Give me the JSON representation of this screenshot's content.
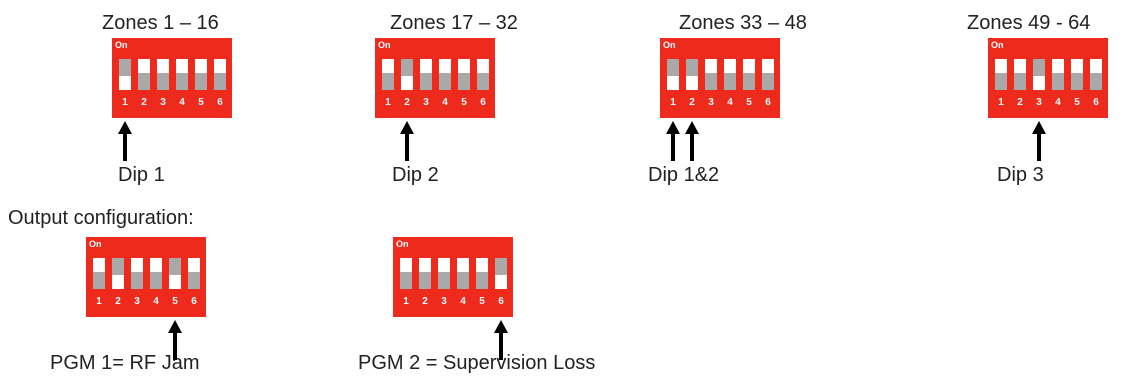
{
  "zones": [
    {
      "title": "Zones 1 – 16",
      "on_label": "On",
      "switch_numbers": [
        "1",
        "2",
        "3",
        "4",
        "5",
        "6"
      ],
      "up_switches": [
        1
      ],
      "arrows_at": [
        1
      ],
      "caption": "Dip 1"
    },
    {
      "title": "Zones 17 – 32",
      "on_label": "On",
      "switch_numbers": [
        "1",
        "2",
        "3",
        "4",
        "5",
        "6"
      ],
      "up_switches": [
        2
      ],
      "arrows_at": [
        2
      ],
      "caption": "Dip 2"
    },
    {
      "title": "Zones 33 – 48",
      "on_label": "On",
      "switch_numbers": [
        "1",
        "2",
        "3",
        "4",
        "5",
        "6"
      ],
      "up_switches": [
        1,
        2
      ],
      "arrows_at": [
        1,
        2
      ],
      "caption": "Dip 1&2"
    },
    {
      "title": "Zones 49 - 64",
      "on_label": "On",
      "switch_numbers": [
        "1",
        "2",
        "3",
        "4",
        "5",
        "6"
      ],
      "up_switches": [
        3
      ],
      "arrows_at": [
        3
      ],
      "caption": "Dip 3"
    }
  ],
  "output": {
    "heading": "Output configuration:",
    "items": [
      {
        "on_label": "On",
        "switch_numbers": [
          "1",
          "2",
          "3",
          "4",
          "5",
          "6"
        ],
        "up_switches": [
          2,
          5
        ],
        "arrows_at": [
          5
        ],
        "caption": "PGM 1= RF Jam"
      },
      {
        "on_label": "On",
        "switch_numbers": [
          "1",
          "2",
          "3",
          "4",
          "5",
          "6"
        ],
        "up_switches": [
          6
        ],
        "arrows_at": [
          6
        ],
        "caption": "PGM 2 = Supervision Loss"
      }
    ]
  },
  "colors": {
    "dip_body": "#ed2a1c",
    "switch_track": "#ffffff",
    "switch_knob": "#a9a9a9",
    "arrow": "#000000"
  }
}
